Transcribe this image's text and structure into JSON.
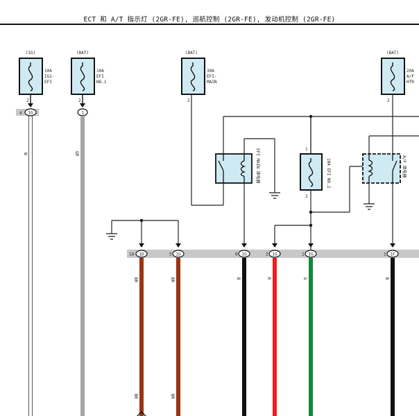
{
  "header": {
    "title": "ECT 和 A/T 指示灯 (2GR-FE), 巡航控制 (2GR-FE), 发动机控制 (2GR-FE)"
  },
  "fuses": [
    {
      "source": "(IG)",
      "rating": "10A",
      "name1": "IG2-",
      "name2": "EFI",
      "pin": "2"
    },
    {
      "source": "(BAT)",
      "rating": "10A",
      "name1": "EFI",
      "name2": "NO.1",
      "pin": "2"
    },
    {
      "source": "(BAT)",
      "rating": "30A",
      "name1": "EFI-",
      "name2": "MAIN",
      "pin": "2"
    },
    {
      "source": "(BAT)",
      "rating": "20A",
      "name1": "A/F",
      "name2": "HTR",
      "pin": "2"
    }
  ],
  "upper_connectors": [
    {
      "pin": "4",
      "id": "1G"
    },
    {
      "pin": "",
      "id": "1"
    }
  ],
  "relays": {
    "efi_main": "EFI MAIN 继电器",
    "af": "A/F 继电器"
  },
  "fuse_efi_no2": {
    "label": "10A EFI NO.2",
    "pin_top": "1",
    "pin_bottom": "2"
  },
  "bus_connectors": [
    {
      "pin": "14",
      "id": "1D"
    },
    {
      "pin": "5",
      "id": "1G"
    },
    {
      "pin": "6",
      "id": "1G"
    },
    {
      "pin": "2",
      "id": "1G"
    },
    {
      "pin": "1",
      "id": "1G"
    },
    {
      "pin": "1",
      "id": "1F"
    }
  ],
  "wires": [
    {
      "label": "W",
      "color": "#ffffff"
    },
    {
      "label": "GR",
      "color": "#a6a6a6"
    },
    {
      "label": "BR",
      "color": "#9a3412"
    },
    {
      "label": "BR",
      "color": "#9a3412"
    },
    {
      "label": "B",
      "color": "#111111"
    },
    {
      "label": "R",
      "color": "#ef1c1c"
    },
    {
      "label": "G",
      "color": "#14883a"
    },
    {
      "label": "B",
      "color": "#111111"
    }
  ],
  "colors": {
    "component_fill": "#cfeaf3",
    "bus_bar": "#c8c8c8",
    "line": "#222222"
  }
}
